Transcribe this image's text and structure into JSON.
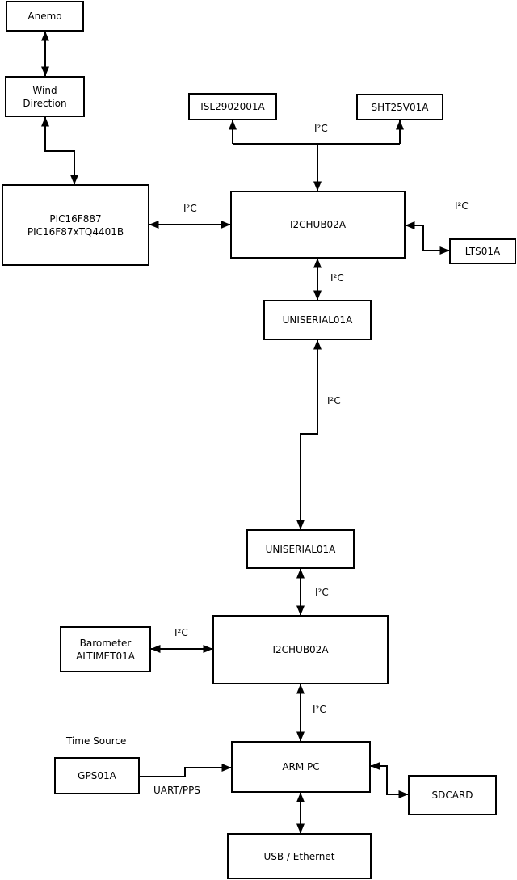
{
  "diagram": {
    "colors": {
      "background": "#ffffff",
      "line": "#000000",
      "text": "#000000"
    },
    "nodes": {
      "anemo": {
        "label": "Anemo"
      },
      "wind_direction": {
        "line1": "Wind",
        "line2": "Direction"
      },
      "pic": {
        "line1": "PIC16F887",
        "line2": "PIC16F87xTQ4401B"
      },
      "isl": {
        "label": "ISL2902001A"
      },
      "sht": {
        "label": "SHT25V01A"
      },
      "i2c_hub_1": {
        "label": "I2CHUB02A"
      },
      "lts": {
        "label": "LTS01A"
      },
      "uniserial_1": {
        "label": "UNISERIAL01A"
      },
      "uniserial_2": {
        "label": "UNISERIAL01A"
      },
      "i2c_hub_2": {
        "label": "I2CHUB02A"
      },
      "barometer": {
        "line1": "Barometer",
        "line2": "ALTIMET01A"
      },
      "gps": {
        "label": "GPS01A"
      },
      "arm_pc": {
        "label": "ARM PC"
      },
      "sdcard": {
        "label": "SDCARD"
      },
      "usb_ethernet": {
        "label": "USB / Ethernet"
      }
    },
    "edge_labels": {
      "i2c_sensor_bus": "I²C",
      "i2c_pic_hub1": "I²C",
      "i2c_hub1_lts": "I²C",
      "i2c_hub1_uniserial1": "I²C",
      "i2c_serial_link": "I²C",
      "i2c_uniserial2_hub2": "I²C",
      "i2c_barometer_hub2": "I²C",
      "i2c_hub2_armpc": "I²C",
      "time_source": "Time Source",
      "uart_pps": "UART/PPS"
    }
  }
}
